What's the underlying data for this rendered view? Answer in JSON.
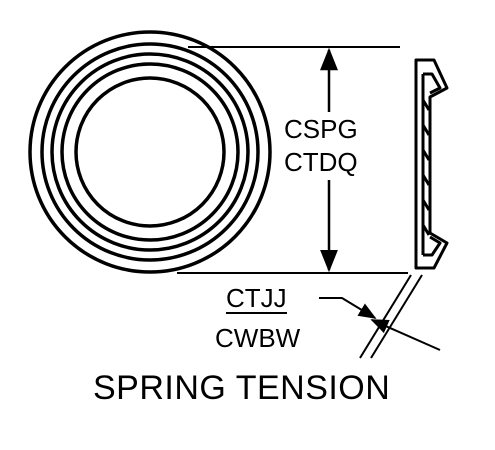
{
  "diagram": {
    "height_code_top": "CSPG",
    "height_code_bottom": "CTDQ",
    "thickness_code_top": "CTJJ",
    "thickness_code_bottom": "CWBW",
    "caption": "SPRING TENSION",
    "line_color": "#000000",
    "background": "#ffffff"
  }
}
